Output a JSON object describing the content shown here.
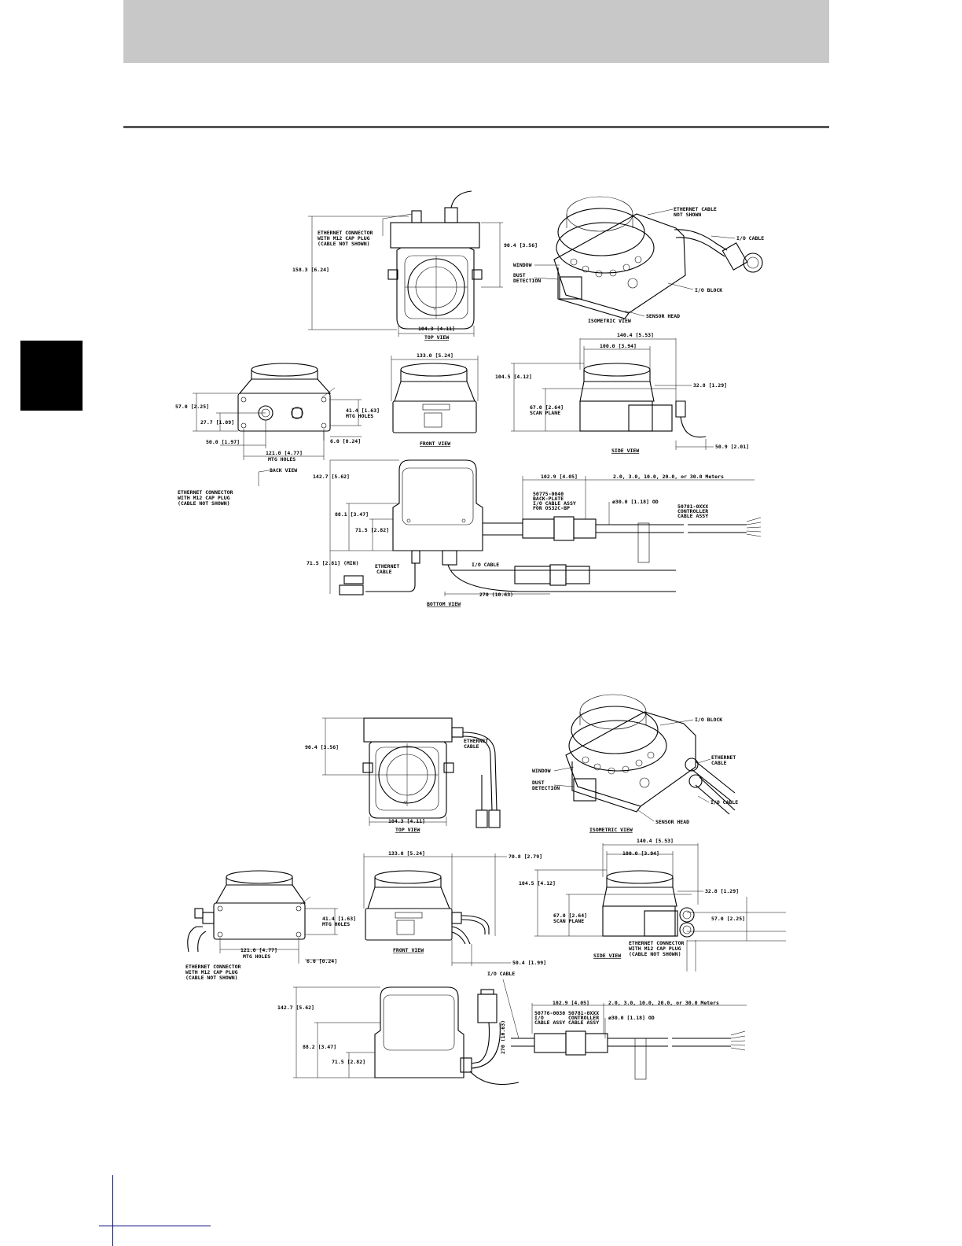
{
  "diagram1": {
    "top_view": {
      "label": "TOP VIEW",
      "eth_note": [
        "ETHERNET CONNECTOR",
        "WITH M12 CAP PLUG",
        "(CABLE NOT SHOWN)"
      ],
      "dim_height": "158.3 [6.24]",
      "dim_height2": "90.4 [3.56]",
      "dim_width": "104.3 [4.11]"
    },
    "iso_view": {
      "label": "ISOMETRIC VIEW",
      "eth_cable": [
        "ETHERNET CABLE",
        "NOT SHOWN"
      ],
      "io_cable": "I/O CABLE",
      "window": "WINDOW",
      "dust": [
        "DUST",
        "DETECTION"
      ],
      "io_block": "I/O BLOCK",
      "sensor_head": "SENSOR HEAD"
    },
    "back_view": {
      "label": "BACK VIEW",
      "dim_h": "57.0 [2.25]",
      "dim_h2": "27.7 [1.09]",
      "dim_holes_h": "41.4 [1.63]",
      "mtg_holes": "MTG HOLES",
      "dim_edge": "6.0 [0.24]",
      "dim_w": "50.0 [1.97]",
      "dim_holes_w": "121.0 [4.77]",
      "mtg_holes2": "MTG HOLES",
      "eth_note": [
        "ETHERNET CONNECTOR",
        "WITH M12 CAP PLUG",
        "(CABLE NOT SHOWN)"
      ]
    },
    "front_view": {
      "label": "FRONT VIEW",
      "dim_w": "133.0 [5.24]"
    },
    "side_view": {
      "label": "SIDE VIEW",
      "dim_w1": "140.4 [5.53]",
      "dim_w2": "100.0 [3.94]",
      "dim_h": "104.5 [4.12]",
      "dim_r": "32.8 [1.29]",
      "dim_scan": "67.0 [2.64]",
      "scan_plane": "SCAN PLANE",
      "dim_b": "50.9 [2.01]"
    },
    "bottom_view": {
      "label": "BOTTOM VIEW",
      "dim_h1": "142.7 [5.62]",
      "dim_h2": "88.1 [3.47]",
      "dim_h3": "71.5 [2.82]",
      "dim_min": "71.5 [2.81] (MIN)",
      "eth_cable": [
        "ETHERNET",
        "CABLE"
      ],
      "io_cable": "I/O CABLE",
      "dim_270": "270 (10.63)",
      "dim_102": "102.9 [4.05]",
      "lengths": "2.0, 3.0, 10.0, 20.0, or 30.0 Meters",
      "part1": [
        "50775-0040",
        "BACK-PLATE",
        "I/O CABLE ASSY",
        "FOR OS32C-BP"
      ],
      "od": "ø30.0 [1.18] OD",
      "part2": [
        "50781-0XXX",
        "CONTROLLER",
        "CABLE ASSY"
      ]
    }
  },
  "diagram2": {
    "top_view": {
      "label": "TOP VIEW",
      "dim_h": "90.4 [3.56]",
      "eth_cable": [
        "ETHERNET",
        "CABLE"
      ],
      "dim_w": "104.3 [4.11]"
    },
    "iso_view": {
      "label": "ISOMETRIC VIEW",
      "io_block": "I/O BLOCK",
      "eth_cable": [
        "ETHERNET",
        "CABLE"
      ],
      "window": "WINDOW",
      "dust": [
        "DUST",
        "DETECTION"
      ],
      "io_cable": "I/O CABLE",
      "sensor_head": "SENSOR HEAD"
    },
    "back_view": {
      "dim_holes_h": "41.4 [1.63]",
      "mtg_holes": "MTG HOLES",
      "dim_holes_w": "121.0 [4.77]",
      "mtg_holes2": "MTG HOLES",
      "dim_edge": "6.0 [0.24]",
      "eth_note": [
        "ETHERNET CONNECTOR",
        "WITH M12 CAP PLUG",
        "(CABLE NOT SHOWN)"
      ]
    },
    "front_view": {
      "label": "FRONT VIEW",
      "dim_w": "133.0 [5.24]",
      "dim_r": "70.8 [2.79]",
      "dim_b": "50.4 [1.99]"
    },
    "side_view": {
      "label": "SIDE VIEW",
      "dim_w1": "140.4 [5.53]",
      "dim_w2": "100.0 [3.94]",
      "dim_h": "104.5 [4.12]",
      "dim_r": "32.8 [1.29]",
      "dim_scan": "67.0 [2.64]",
      "scan_plane": "SCAN PLANE",
      "dim_57": "57.0 [2.25]",
      "eth_note": [
        "ETHERNET CONNECTOR",
        "WITH M12 CAP PLUG",
        "(CABLE NOT SHOWN)"
      ]
    },
    "bottom_view": {
      "io_cable": "I/O CABLE",
      "dim_h1": "142.7 [5.62]",
      "dim_h2": "88.2 [3.47]",
      "dim_h3": "71.5 [2.82]",
      "dim_270": "270 (10.63)",
      "dim_102": "102.9 [4.05]",
      "lengths": "2.0, 3.0, 10.0, 20.0, or 30.0 Meters",
      "part1": [
        "50776-0030",
        "I/O",
        "CABLE ASSY"
      ],
      "part2": [
        "50781-0XXX",
        "CONTROLLER",
        "CABLE ASSY"
      ],
      "od": "ø30.0 [1.18] OD"
    }
  }
}
